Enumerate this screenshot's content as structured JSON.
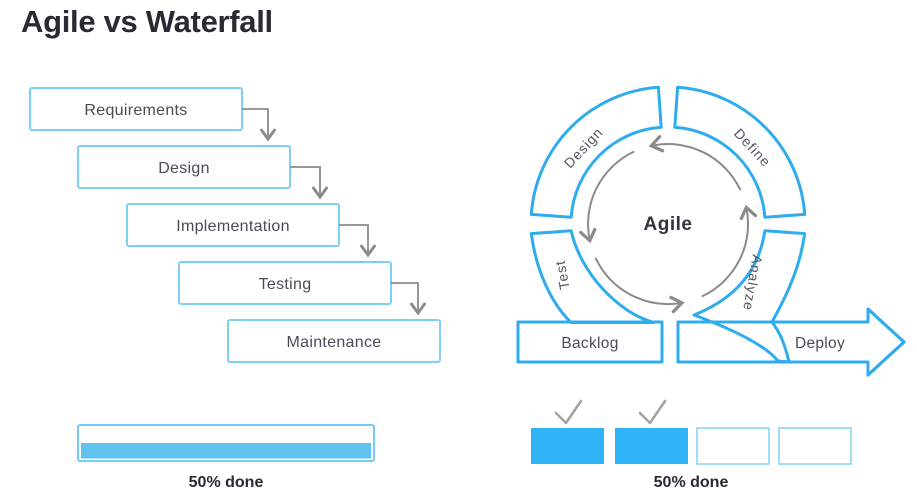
{
  "title": "Agile vs Waterfall",
  "waterfall": {
    "stages": [
      "Requirements",
      "Design",
      "Implementation",
      "Testing",
      "Maintenance"
    ],
    "progress": {
      "label": "50% done",
      "percent": 50
    }
  },
  "agile": {
    "center_label": "Agile",
    "ring_segments": [
      {
        "position": "top-left",
        "label": "Design"
      },
      {
        "position": "top-right",
        "label": "Define"
      },
      {
        "position": "bottom-left",
        "label": "Test"
      },
      {
        "position": "bottom-right",
        "label": "Analyze"
      }
    ],
    "backlog_label": "Backlog",
    "deploy_label": "Deploy",
    "progress": {
      "label": "50% done",
      "percent": 50,
      "blocks_total": 4,
      "blocks_done": 2
    }
  },
  "colors": {
    "accent_blue": "#2facee",
    "light_blue_border": "#7dcff5",
    "bar_fill_blue": "#5fc2ef",
    "block_fill_blue": "#30b4f8",
    "arrow_gray": "#8b8b8b",
    "title_dark": "#2b2933",
    "label_gray": "#4b4c55"
  }
}
